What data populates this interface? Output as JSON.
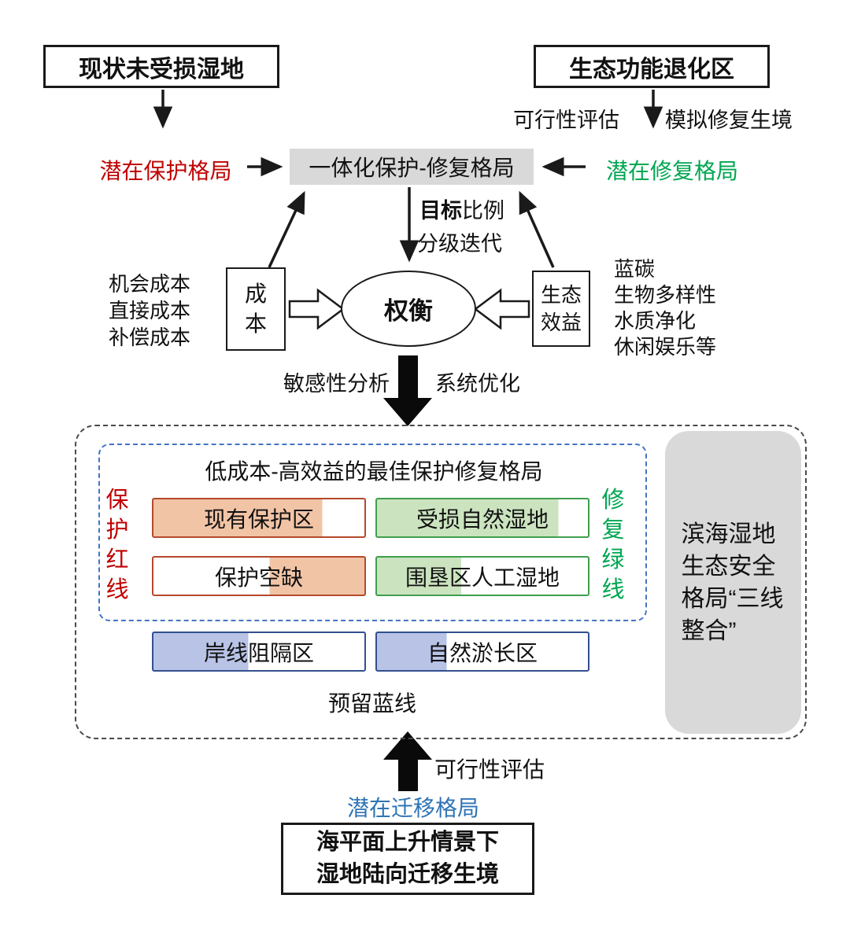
{
  "top": {
    "left_box": "现状未受损湿地",
    "right_box": "生态功能退化区",
    "feasibility_label": "可行性评估",
    "simulate_label": "模拟修复生境",
    "potential_protection": "潜在保护格局",
    "potential_restoration": "潜在修复格局",
    "integrated_box": "一体化保护-修复格局"
  },
  "middle": {
    "target_bold": "目标",
    "target_rest": "比例",
    "iteration": "分级迭代",
    "tradeoff": "权衡",
    "cost_box": "成本",
    "cost_items": [
      "机会成本",
      "直接成本",
      "补偿成本"
    ],
    "benefit_box": "生态效益",
    "benefit_items": [
      "蓝碳",
      "生物多样性",
      "水质净化",
      "休闲娱乐等"
    ],
    "sensitivity": "敏感性分析",
    "optimization": "系统优化"
  },
  "bottom_panel": {
    "title": "低成本-高效益的最佳保护修复格局",
    "red_line_label": "保护红线",
    "green_line_label": "修复绿线",
    "boxes": [
      "现有保护区",
      "受损自然湿地",
      "保护空缺",
      "围垦区人工湿地",
      "岸线阻隔区",
      "自然淤长区"
    ],
    "blue_line_label": "预留蓝线",
    "side_label": "滨海湿地生态安全格局“三线整合”"
  },
  "bottom": {
    "feasibility_label": "可行性评估",
    "potential_migration": "潜在迁移格局",
    "box_line1": "海平面上升情景下",
    "box_line2": "湿地陆向迁移生境"
  },
  "colors": {
    "red_accent": "#c00000",
    "green_accent": "#00a651",
    "blue_accent": "#2e74b5",
    "gray_fill": "#d9d9d9",
    "salmon_fill": "#f2c4a6",
    "lightgreen_fill": "#cbe4bf",
    "periwinkle_fill": "#b8c3e6",
    "inner_dash_border": "#4473c5"
  }
}
